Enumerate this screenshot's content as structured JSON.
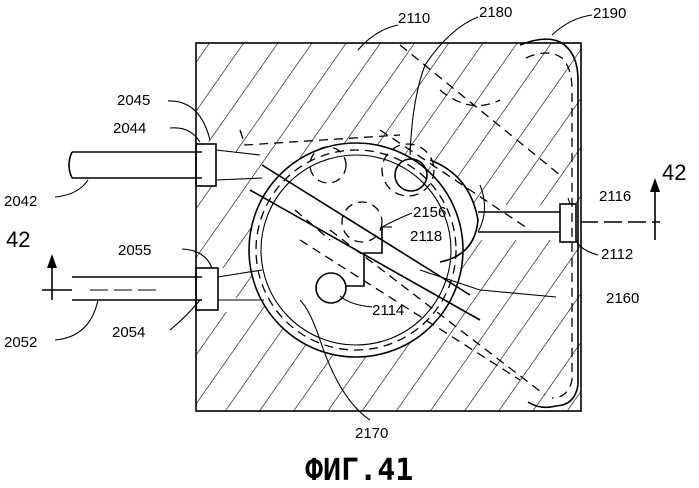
{
  "figure": {
    "caption": "ФИГ.41",
    "section_marks": [
      "42",
      "42"
    ],
    "reference_numerals": {
      "n2110": "2110",
      "n2180": "2180",
      "n2190": "2190",
      "n2045": "2045",
      "n2044": "2044",
      "n2042": "2042",
      "n2116": "2116",
      "n2156": "2156",
      "n2118": "2118",
      "n2112": "2112",
      "n2055": "2055",
      "n2160": "2160",
      "n2114": "2114",
      "n2052": "2052",
      "n2054": "2054",
      "n2170": "2170"
    }
  }
}
